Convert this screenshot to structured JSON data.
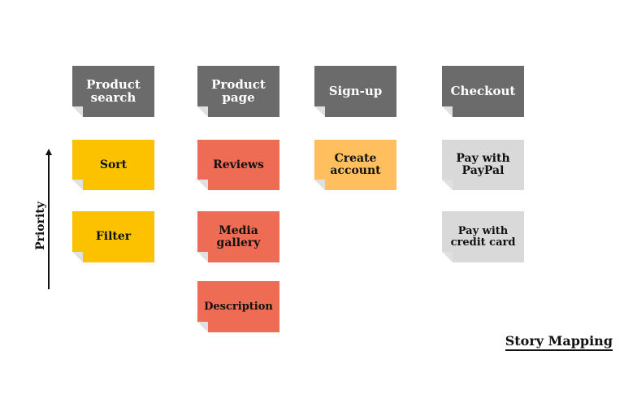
{
  "title": "Story Mapping",
  "axis_label": "Priority",
  "colors": {
    "header": "#6b6b6b",
    "search_story": "#fcc200",
    "page_story": "#ee6b54",
    "signup_story": "#ffbf5e",
    "checkout_story": "#d9d9d9"
  },
  "columns": [
    {
      "header": "Product search",
      "stories": [
        "Sort",
        "Filter"
      ]
    },
    {
      "header": "Product page",
      "stories": [
        "Reviews",
        "Media gallery",
        "Description"
      ]
    },
    {
      "header": "Sign-up",
      "stories": [
        "Create account"
      ]
    },
    {
      "header": "Checkout",
      "stories": [
        "Pay with PayPal",
        "Pay with credit card"
      ]
    }
  ]
}
